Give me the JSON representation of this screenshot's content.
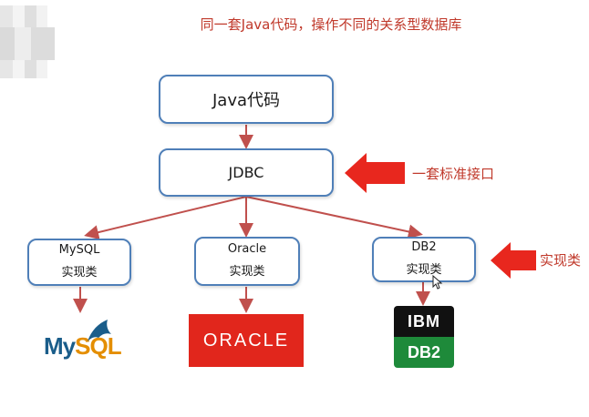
{
  "title": "同一套Java代码，操作不同的关系型数据库",
  "nodes": {
    "java": "Java代码",
    "jdbc": "JDBC",
    "mysql": {
      "name": "MySQL",
      "impl": "实现类"
    },
    "oracle": {
      "name": "Oracle",
      "impl": "实现类"
    },
    "db2": {
      "name": "DB2",
      "impl": "实现类"
    }
  },
  "annotations": {
    "standard_interface": "一套标准接口",
    "implementation": "实现类"
  },
  "logos": {
    "mysql_my": "My",
    "mysql_sql": "SQL",
    "oracle": "ORACLE",
    "ibm": "IBM",
    "db2": "DB2"
  },
  "colors": {
    "title_red": "#c0392b",
    "box_border": "#4f7fb8",
    "arrow_line": "#c0504d",
    "big_arrow": "#e8271e"
  }
}
